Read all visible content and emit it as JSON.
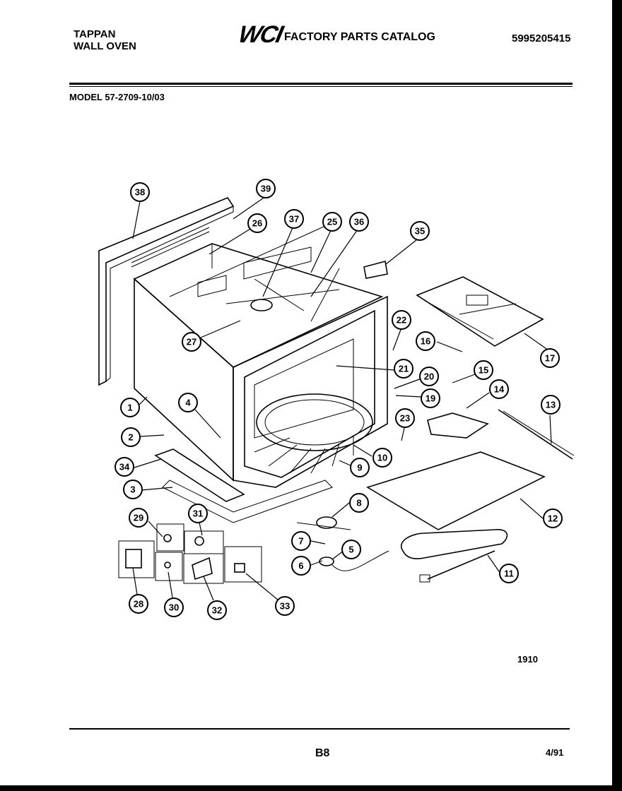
{
  "header": {
    "brand_line1": "TAPPAN",
    "brand_line2": "WALL OVEN",
    "logo": "WCI",
    "catalog_title": "FACTORY PARTS CATALOG",
    "part_number": "5995205415",
    "model": "MODEL 57-2709-10/03"
  },
  "footer": {
    "diagram_code": "1910",
    "page": "B8",
    "date": "4/91"
  },
  "callouts": [
    "38",
    "39",
    "26",
    "37",
    "25",
    "36",
    "35",
    "22",
    "16",
    "17",
    "27",
    "21",
    "20",
    "15",
    "14",
    "1",
    "4",
    "19",
    "13",
    "2",
    "23",
    "10",
    "34",
    "9",
    "8",
    "12",
    "3",
    "31",
    "29",
    "7",
    "5",
    "6",
    "11",
    "28",
    "30",
    "32",
    "33"
  ]
}
